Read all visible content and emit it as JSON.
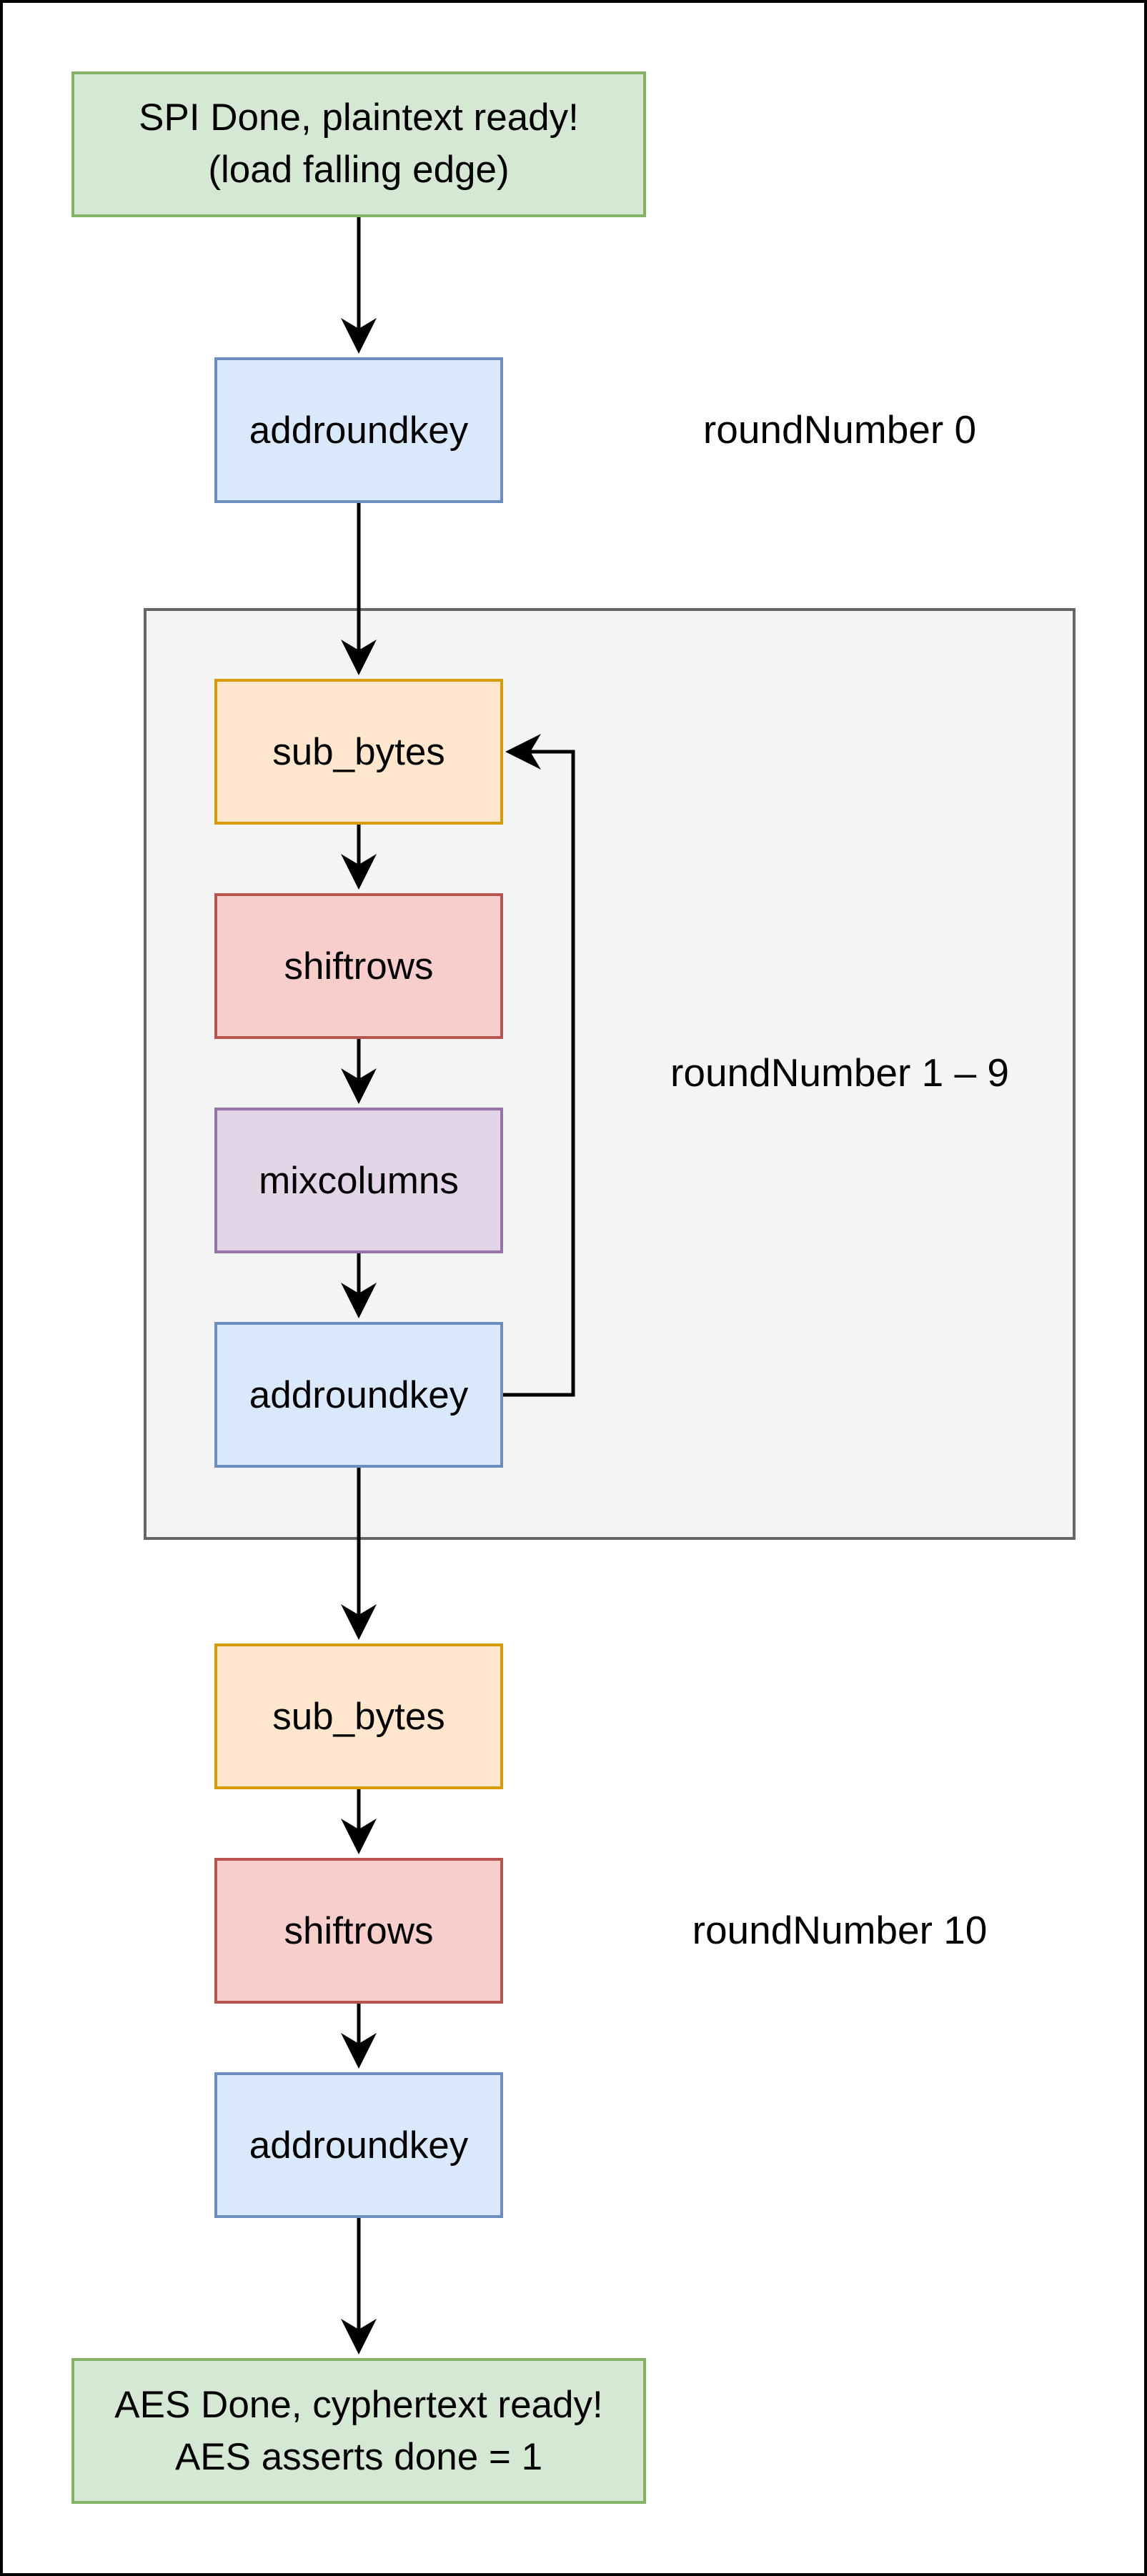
{
  "colors": {
    "green_fill": "#d5e8d4",
    "green_stroke": "#82b366",
    "blue_fill": "#dae8fc",
    "blue_stroke": "#6c8ebf",
    "orange_fill": "#ffe6cc",
    "orange_stroke": "#d79b00",
    "red_fill": "#f8cecc",
    "red_stroke": "#b85450",
    "purple_fill": "#e1d5e7",
    "purple_stroke": "#9673a6",
    "group_fill": "#f4f4f4",
    "group_stroke": "#666666"
  },
  "start": {
    "line1": "SPI Done, plaintext ready!",
    "line2": "(load falling edge)"
  },
  "round0": {
    "addroundkey": "addroundkey",
    "label": "roundNumber 0"
  },
  "rounds1to9": {
    "sub_bytes": "sub_bytes",
    "shiftrows": "shiftrows",
    "mixcolumns": "mixcolumns",
    "addroundkey": "addroundkey",
    "label": "roundNumber 1 – 9"
  },
  "round10": {
    "sub_bytes": "sub_bytes",
    "shiftrows": "shiftrows",
    "addroundkey": "addroundkey",
    "label": "roundNumber 10"
  },
  "end": {
    "line1": "AES Done, cyphertext ready!",
    "line2": "AES asserts done = 1"
  }
}
